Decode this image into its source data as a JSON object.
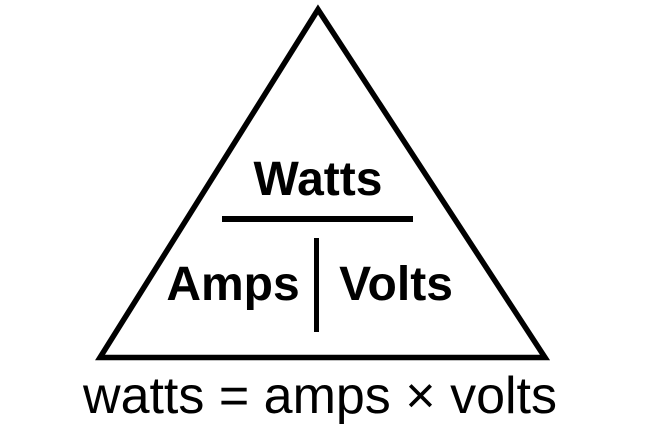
{
  "diagram": {
    "labels": {
      "top": "Watts",
      "bottom_left": "Amps",
      "bottom_right": "Volts"
    },
    "formula": "watts = amps × volts",
    "colors": {
      "line": "#000000",
      "text": "#000000",
      "background": "#ffffff"
    }
  }
}
